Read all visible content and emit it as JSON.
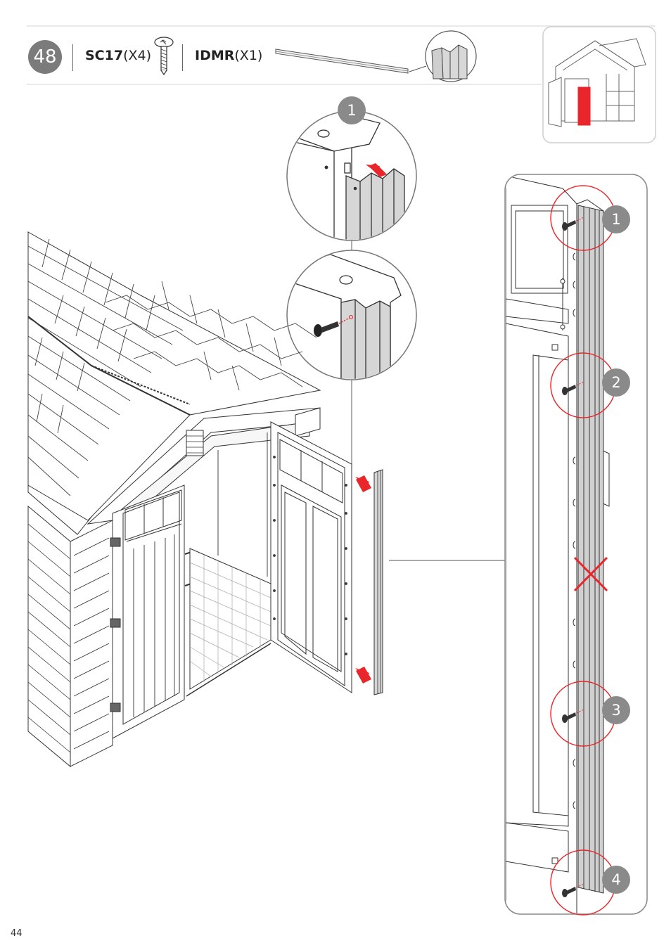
{
  "header": {
    "step_number": "48",
    "part1_code": "SC17",
    "part1_qty": "(X4)",
    "part2_code": "IDMR",
    "part2_qty": "(X1)"
  },
  "callouts": {
    "detail_top": "1",
    "screw_1": "1",
    "screw_2": "2",
    "screw_3": "3",
    "screw_4": "4"
  },
  "icons": [
    "screw-icon",
    "profile-strip-icon",
    "insertion-arrow-icon",
    "no-screw-cross-icon"
  ],
  "colors": {
    "accent_red": "#e8262b",
    "badge_gray": "#7b7b7b"
  },
  "footer": {
    "page_number": "44"
  }
}
